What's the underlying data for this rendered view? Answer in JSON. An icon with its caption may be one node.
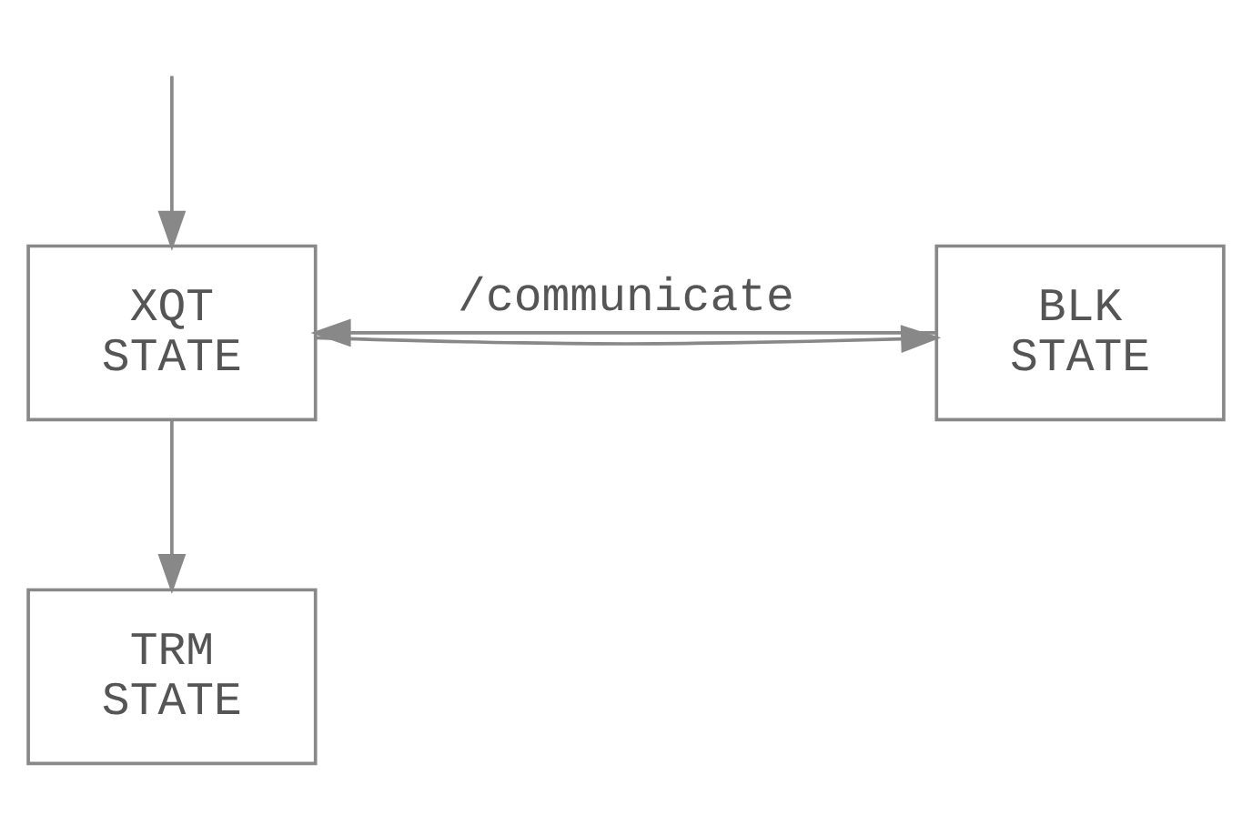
{
  "diagram": {
    "nodes": [
      {
        "text": [
          "XQT STATE"
        ]
      },
      {
        "text": [
          "BLK STATE"
        ]
      },
      {
        "text": [
          "TRM STATE"
        ]
      }
    ],
    "edges": [
      {
        "from": null,
        "to": 0,
        "arrow": "to"
      },
      {
        "from": 0,
        "to": 1,
        "arrow": "to"
      },
      {
        "from": 1,
        "to": 0,
        "arrow": "to",
        "label": "/communicate"
      },
      {
        "from": 0,
        "to": 2,
        "arrow": "to"
      }
    ]
  }
}
